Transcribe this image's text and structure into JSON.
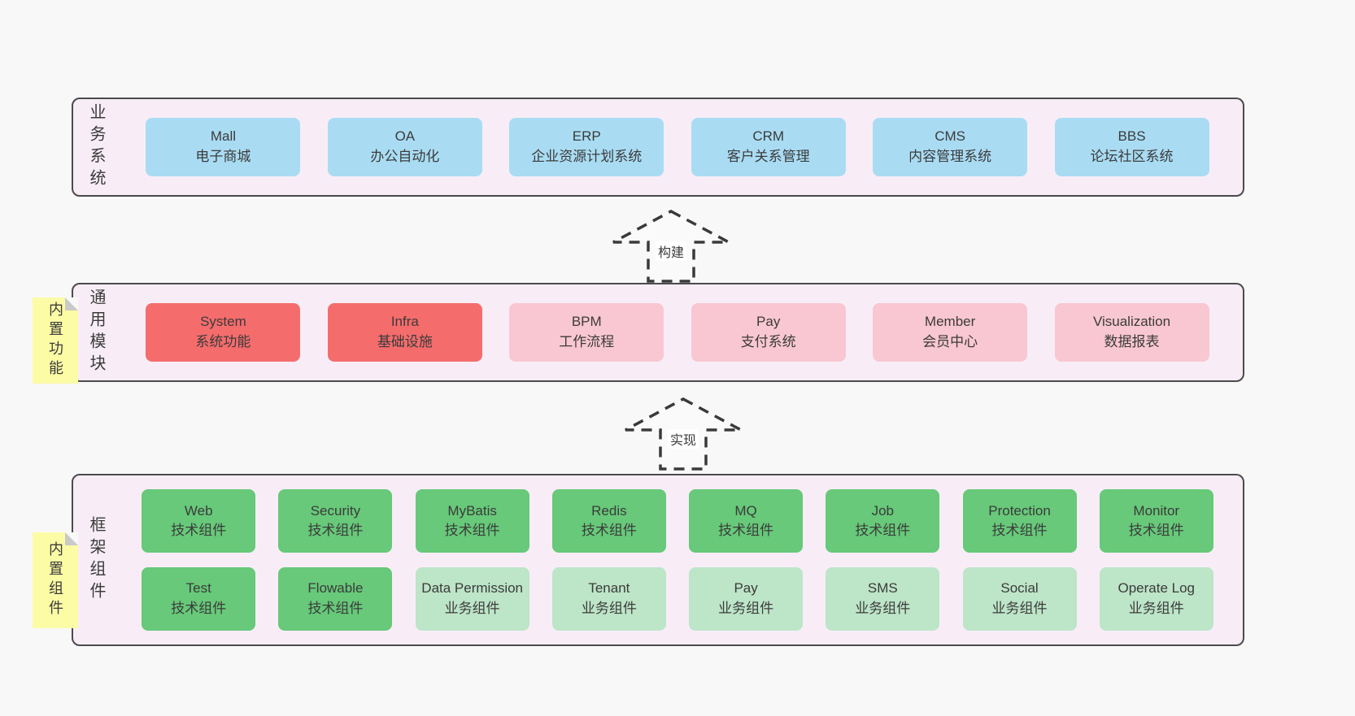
{
  "colors": {
    "page_bg": "#f8f8f8",
    "layer_bg": "#f8edf7",
    "layer_border": "#4b4b4b",
    "blue": "#a9dcf3",
    "red": "#f56c6c",
    "pink": "#f9c7d1",
    "green": "#67c979",
    "light_green": "#bde5c8",
    "sticky_yellow": "#fcfba6",
    "sticky_fold": "#c9c9c9",
    "text": "#3b3b3b"
  },
  "arrows": {
    "build": {
      "label": "构建"
    },
    "implement": {
      "label": "实现"
    }
  },
  "layers": {
    "business": {
      "side_label": "业务系统",
      "items": [
        {
          "name": "Mall",
          "desc": "电子商城"
        },
        {
          "name": "OA",
          "desc": "办公自动化"
        },
        {
          "name": "ERP",
          "desc": "企业资源计划系统"
        },
        {
          "name": "CRM",
          "desc": "客户关系管理"
        },
        {
          "name": "CMS",
          "desc": "内容管理系统"
        },
        {
          "name": "BBS",
          "desc": "论坛社区系统"
        }
      ]
    },
    "modules": {
      "side_label": "通用模块",
      "sticky": "内置功能",
      "items": [
        {
          "name": "System",
          "desc": "系统功能",
          "variant": "red"
        },
        {
          "name": "Infra",
          "desc": "基础设施",
          "variant": "red"
        },
        {
          "name": "BPM",
          "desc": "工作流程",
          "variant": "pink"
        },
        {
          "name": "Pay",
          "desc": "支付系统",
          "variant": "pink"
        },
        {
          "name": "Member",
          "desc": "会员中心",
          "variant": "pink"
        },
        {
          "name": "Visualization",
          "desc": "数据报表",
          "variant": "pink"
        }
      ]
    },
    "components": {
      "side_label": "框架组件",
      "sticky": "内置组件",
      "row1": [
        {
          "name": "Web",
          "desc": "技术组件",
          "variant": "green"
        },
        {
          "name": "Security",
          "desc": "技术组件",
          "variant": "green"
        },
        {
          "name": "MyBatis",
          "desc": "技术组件",
          "variant": "green"
        },
        {
          "name": "Redis",
          "desc": "技术组件",
          "variant": "green"
        },
        {
          "name": "MQ",
          "desc": "技术组件",
          "variant": "green"
        },
        {
          "name": "Job",
          "desc": "技术组件",
          "variant": "green"
        },
        {
          "name": "Protection",
          "desc": "技术组件",
          "variant": "green"
        },
        {
          "name": "Monitor",
          "desc": "技术组件",
          "variant": "green"
        }
      ],
      "row2": [
        {
          "name": "Test",
          "desc": "技术组件",
          "variant": "green"
        },
        {
          "name": "Flowable",
          "desc": "技术组件",
          "variant": "green"
        },
        {
          "name": "Data Permission",
          "desc": "业务组件",
          "variant": "light-green"
        },
        {
          "name": "Tenant",
          "desc": "业务组件",
          "variant": "light-green"
        },
        {
          "name": "Pay",
          "desc": "业务组件",
          "variant": "light-green"
        },
        {
          "name": "SMS",
          "desc": "业务组件",
          "variant": "light-green"
        },
        {
          "name": "Social",
          "desc": "业务组件",
          "variant": "light-green"
        },
        {
          "name": "Operate Log",
          "desc": "业务组件",
          "variant": "light-green"
        }
      ]
    }
  }
}
